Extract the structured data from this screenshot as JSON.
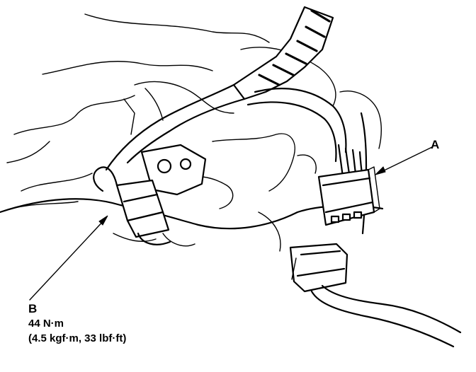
{
  "callouts": {
    "a": {
      "label": "A"
    },
    "b": {
      "label": "B",
      "torque_nm": "44 N·m",
      "torque_alt": "(4.5 kgf·m, 33 lbf·ft)"
    }
  },
  "colors": {
    "ink": "#000000",
    "paper": "#ffffff"
  }
}
